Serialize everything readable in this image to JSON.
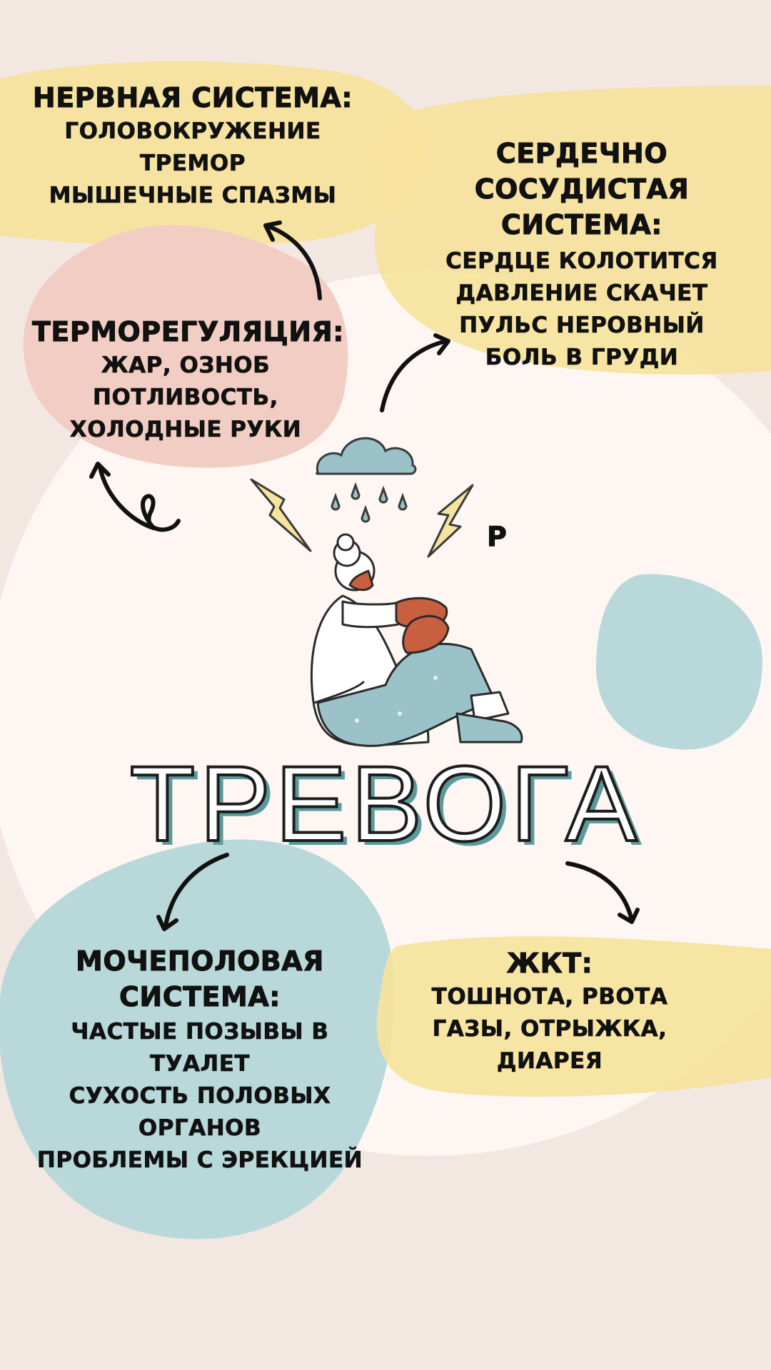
{
  "title": "ТРЕВОГА",
  "stray_letter": "Р",
  "colors": {
    "background": "#f3e7e2",
    "center_circle": "#fdf6f2",
    "yellow": "#f6e39d",
    "pink": "#f2cdc3",
    "teal": "#b8d8da",
    "title_shadow": "#5a9a9b"
  },
  "blocks": {
    "nervous": {
      "heading": "НЕРВНАЯ СИСТЕМА:",
      "lines": [
        "ГОЛОВОКРУЖЕНИЕ",
        "ТРЕМОР",
        "МЫШЕЧНЫЕ СПАЗМЫ"
      ]
    },
    "cardio": {
      "heading1": "СЕРДЕЧНО СОСУДИСТАЯ",
      "heading2": "СИСТЕМА:",
      "lines": [
        "СЕРДЦЕ КОЛОТИТСЯ",
        "ДАВЛЕНИЕ СКАЧЕТ",
        "ПУЛЬС НЕРОВНЫЙ",
        "БОЛЬ В ГРУДИ"
      ]
    },
    "thermo": {
      "heading": "ТЕРМОРЕГУЛЯЦИЯ:",
      "lines": [
        "ЖАР, ОЗНОБ",
        "ПОТЛИВОСТЬ,",
        "ХОЛОДНЫЕ РУКИ"
      ]
    },
    "urogenital": {
      "heading1": "МОЧЕПОЛОВАЯ",
      "heading2": "СИСТЕМА:",
      "lines": [
        "ЧАСТЫЕ ПОЗЫВЫ В ТУАЛЕТ",
        "СУХОСТЬ ПОЛОВЫХ ОРГАНОВ",
        "ПРОБЛЕМЫ С ЭРЕКЦИЕЙ"
      ]
    },
    "gi": {
      "heading": "ЖКТ:",
      "lines": [
        "ТОШНОТА, РВОТА",
        "ГАЗЫ, ОТРЫЖКА,",
        "ДИАРЕЯ"
      ]
    }
  }
}
